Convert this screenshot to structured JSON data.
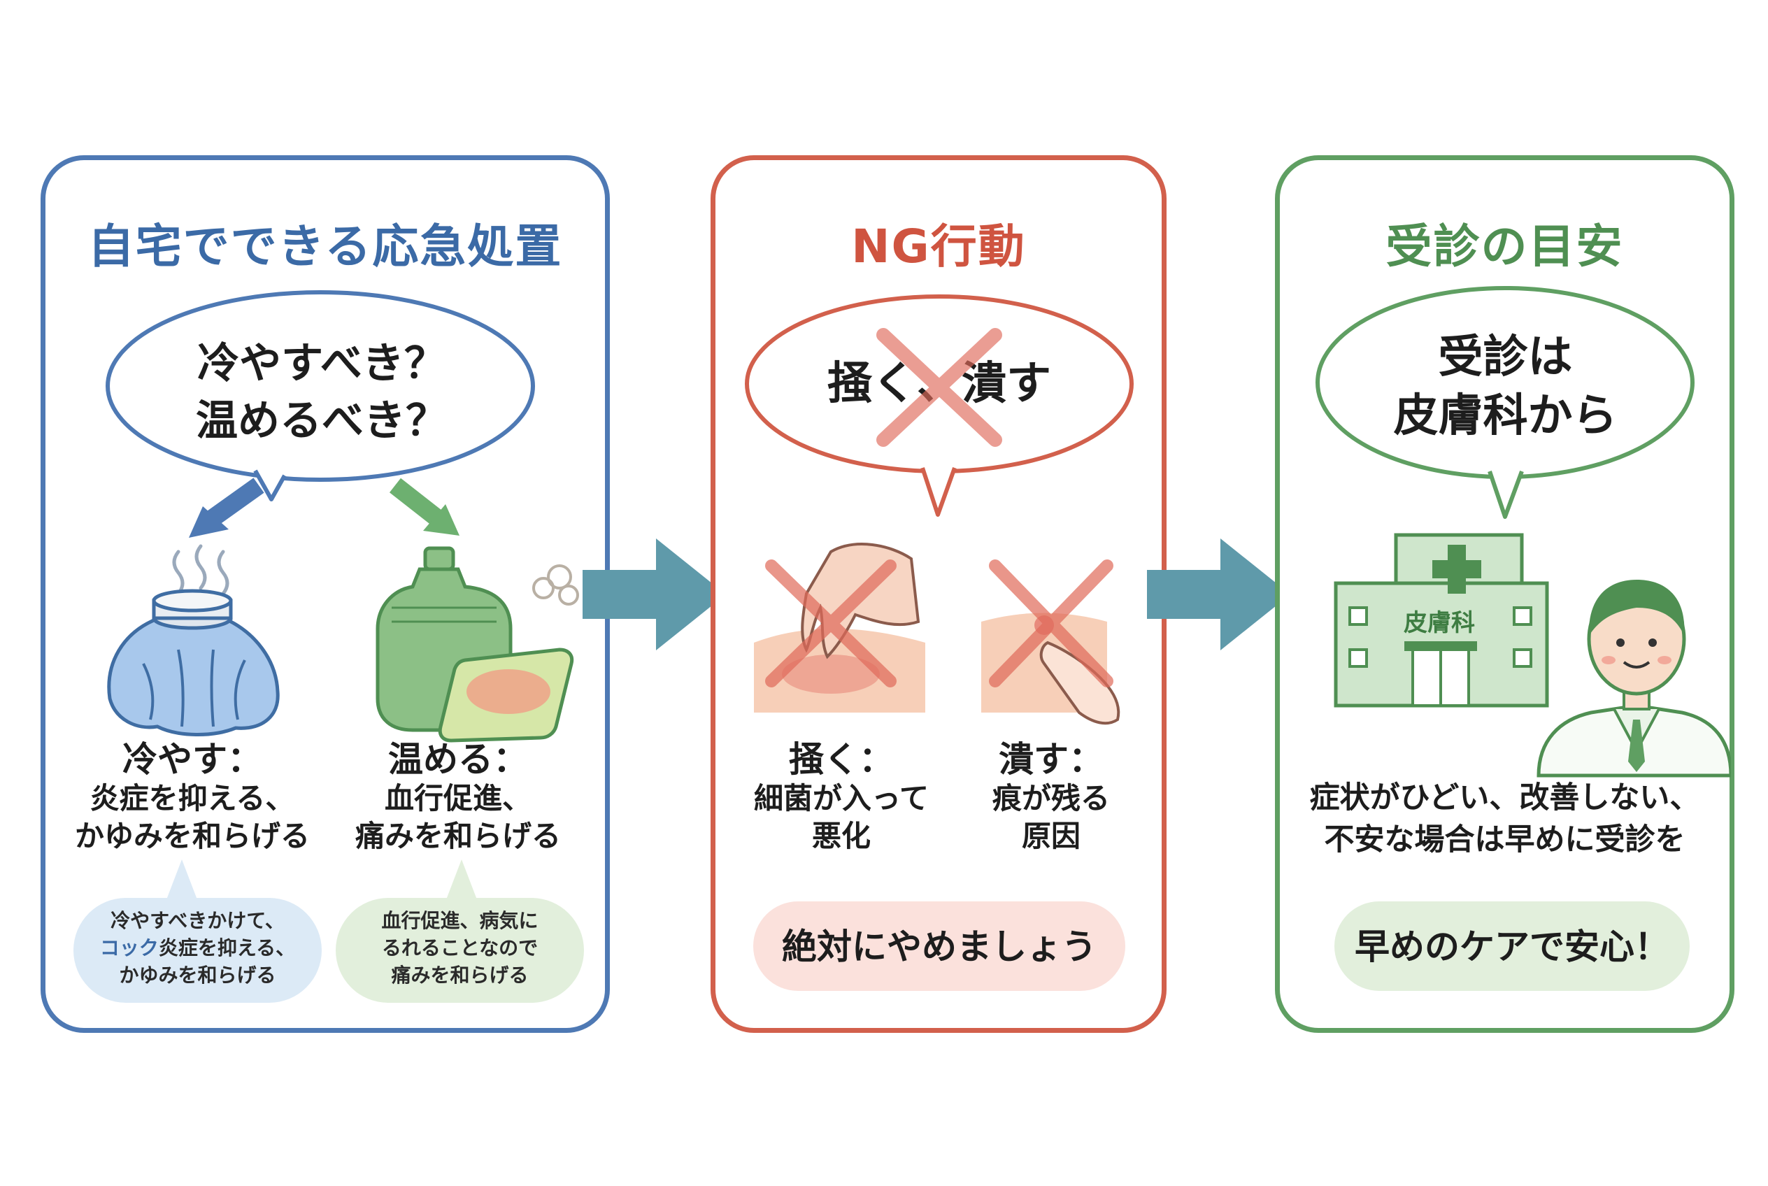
{
  "panels": {
    "home_care": {
      "title": "自宅でできる応急処置",
      "question_line1": "冷やすべき？",
      "question_line2": "温めるべき？",
      "cool": {
        "head": "冷やす：",
        "line1": "炎症を抑える、",
        "line2": "かゆみを和らげる",
        "note_line1": "冷やすべきかけて、",
        "note_line2_highlight": "コック",
        "note_line2_rest": "炎症を抑える、",
        "note_line3": "かゆみを和らげる"
      },
      "warm": {
        "head": "温める：",
        "line1": "血行促進、",
        "line2": "痛みを和らげる",
        "note_line1": "血行促進、病気に",
        "note_line2": "る",
        "note_line2_rest": "れることなので",
        "note_line3": "痛みを和らげる"
      }
    },
    "ng": {
      "title": "NG行動",
      "bubble_text": "掻く、潰す",
      "scratch": {
        "head": "掻く：",
        "line1": "細菌が入って",
        "line2": "悪化"
      },
      "squeeze": {
        "head": "潰す：",
        "line1": "痕が残る",
        "line2": "原因"
      },
      "pill": "絶対にやめましょう"
    },
    "visit": {
      "title": "受診の目安",
      "bubble_line1": "受診は",
      "bubble_line2": "皮膚科から",
      "hospital_sign": "皮膚科",
      "body_line1": "症状がひどい、改善しない、",
      "body_line2": "不安な場合は早めに受診を",
      "pill": "早めのケアで安心！"
    }
  },
  "colors": {
    "blue": "#4e79b4",
    "red": "#d2604c",
    "green": "#5f9f62",
    "teal_arrow": "#5f9aaa"
  }
}
